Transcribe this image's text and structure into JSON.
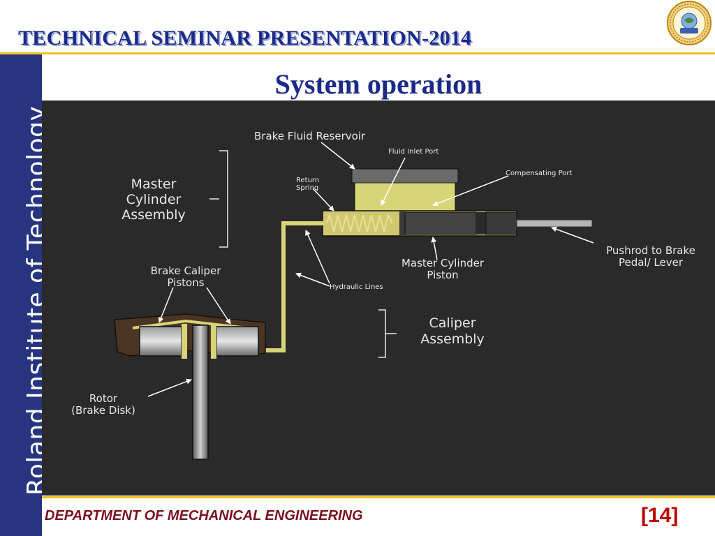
{
  "header": {
    "title": "TECHNICAL SEMINAR PRESENTATION-2014",
    "logo_text": [
      "ROLAND INSTITUTE OF TECHNOLOGY",
      "ROLAND"
    ]
  },
  "sidebar": {
    "text": "Roland Institute of Technology"
  },
  "slide": {
    "heading": "System operation"
  },
  "diagram": {
    "labels": {
      "reservoir": "Brake Fluid Reservoir",
      "inlet_port": "Fluid Inlet Port",
      "compensating_port": "Compensating Port",
      "return_spring_1": "Return",
      "return_spring_2": "Spring",
      "master_assembly_1": "Master",
      "master_assembly_2": "Cylinder",
      "master_assembly_3": "Assembly",
      "caliper_pistons_1": "Brake Caliper",
      "caliper_pistons_2": "Pistons",
      "mc_piston_1": "Master Cylinder",
      "mc_piston_2": "Piston",
      "pushrod_1": "Pushrod to Brake",
      "pushrod_2": "Pedal/ Lever",
      "hydraulic_lines": "Hydraulic Lines",
      "caliper_assembly_1": "Caliper",
      "caliper_assembly_2": "Assembly",
      "rotor_1": "Rotor",
      "rotor_2": "(Brake Disk)"
    },
    "colors": {
      "background": "#2a2a2a",
      "fluid": "#d8d478",
      "caliper_body": "#4a3524",
      "label": "#e8e8e8"
    }
  },
  "footer": {
    "department": "DEPARTMENT OF MECHANICAL ENGINEERING",
    "page": "[14]"
  },
  "colors": {
    "title_blue": "#1b2a8a",
    "sidebar_blue": "#273580",
    "accent_gold": "#f2c21a",
    "footer_maroon": "#7a1020",
    "page_red": "#c00000"
  }
}
